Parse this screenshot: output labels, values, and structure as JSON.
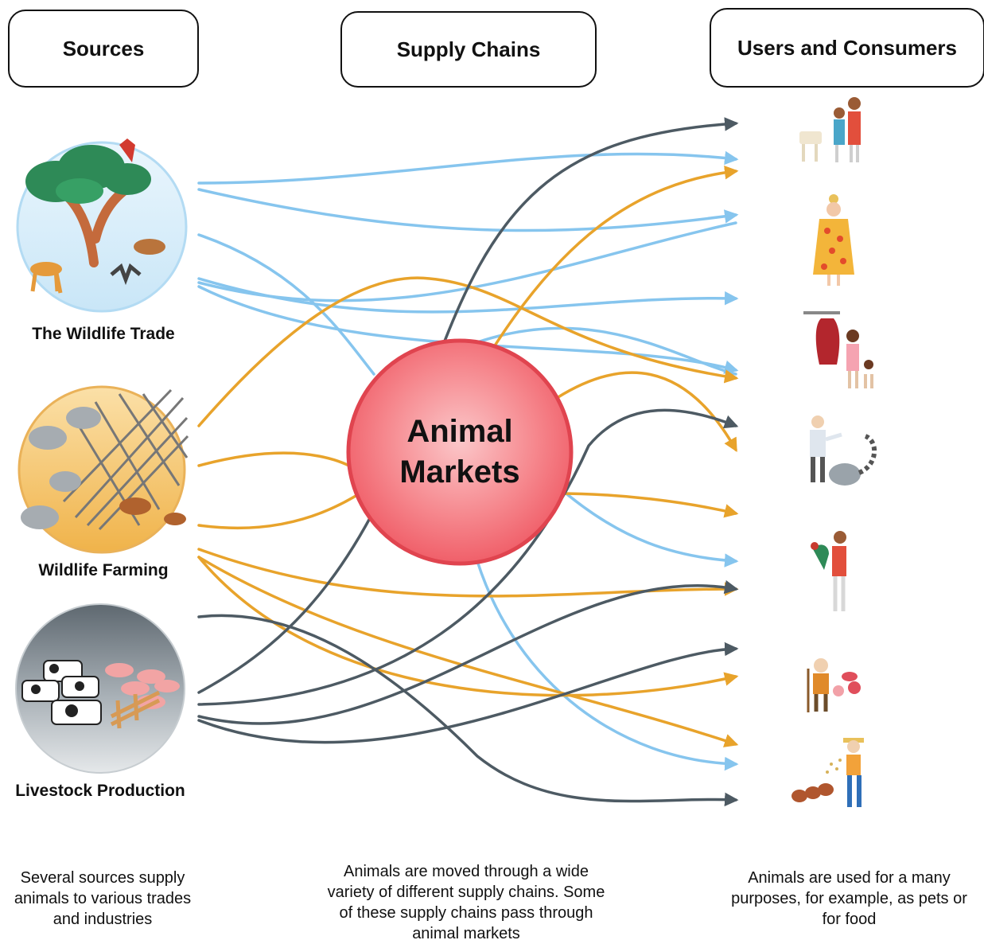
{
  "headers": {
    "sources": "Sources",
    "supply_chains": "Supply Chains",
    "users": "Users and Consumers"
  },
  "sources": [
    {
      "label": "The Wildlife Trade",
      "icon": "wildlife-trade-icon"
    },
    {
      "label": "Wildlife Farming",
      "icon": "wildlife-farming-icon"
    },
    {
      "label": "Livestock Production",
      "icon": "livestock-production-icon"
    }
  ],
  "center": {
    "line1": "Animal",
    "line2": "Markets"
  },
  "consumers": [
    {
      "icon": "pets-family-icon"
    },
    {
      "icon": "fur-coat-icon"
    },
    {
      "icon": "meat-food-icon"
    },
    {
      "icon": "zoo-research-icon"
    },
    {
      "icon": "exotic-pet-bird-icon"
    },
    {
      "icon": "traditional-medicine-icon"
    },
    {
      "icon": "poultry-farmer-icon"
    }
  ],
  "captions": {
    "sources": "Several sources supply animals to various trades and industries",
    "supply_chains": "Animals are moved through a wide variety of different supply chains. Some of these supply chains pass through animal markets",
    "users": "Animals are used for a many purposes, for example, as pets or for food"
  },
  "colors": {
    "wildlife_trade": "#86c5ee",
    "wildlife_farming": "#e8a32b",
    "livestock": "#4d5a63",
    "market_fill": "#f26d75",
    "market_stroke": "#e0444f"
  }
}
